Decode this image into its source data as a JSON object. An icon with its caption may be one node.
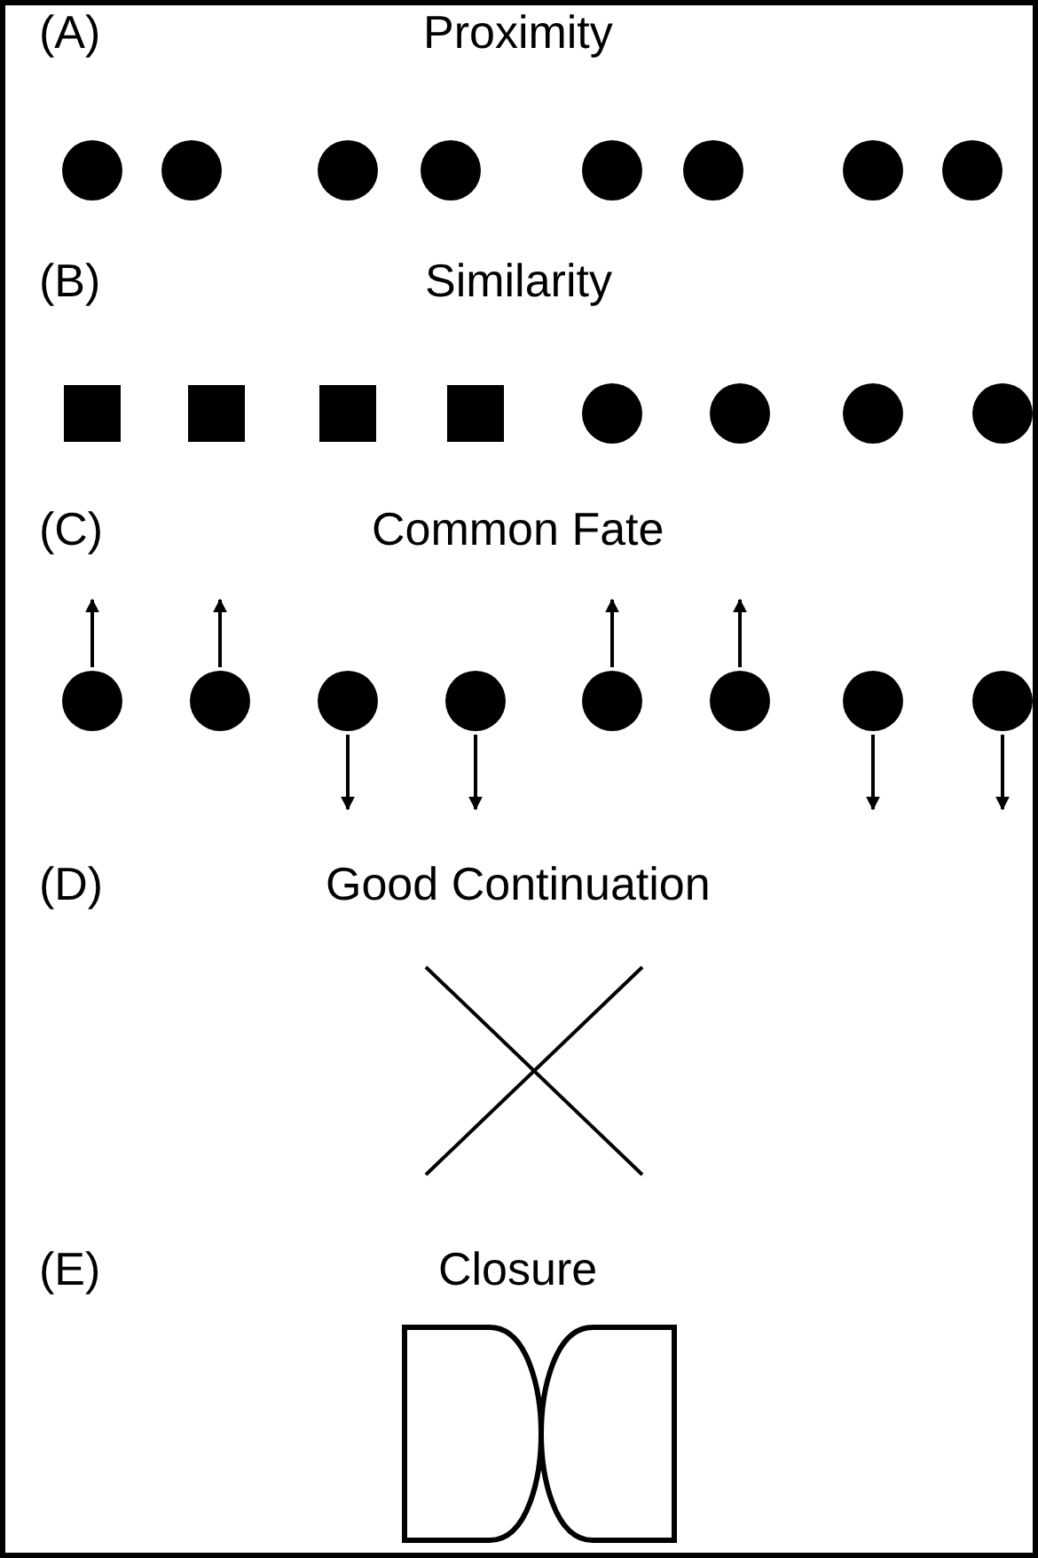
{
  "diagram": {
    "labels": [
      "(A)",
      "Proximity",
      "(B)",
      "Similarity",
      "(C)",
      "Common Fate",
      "(D)",
      "Good Continuation",
      "(E)",
      "Closure"
    ]
  }
}
